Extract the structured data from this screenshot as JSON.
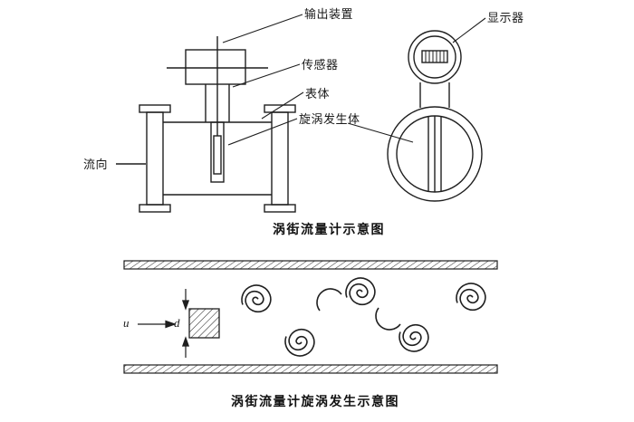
{
  "top_diagram": {
    "labels": {
      "output_device": "输出装置",
      "display": "显示器",
      "sensor": "传感器",
      "meter_body": "表体",
      "vortex_generator": "旋涡发生体",
      "flow_direction": "流向"
    },
    "caption": "涡街流量计示意图"
  },
  "bottom_diagram": {
    "labels": {
      "velocity": "u",
      "diameter": "d"
    },
    "caption": "涡街流量计旋涡发生示意图"
  },
  "colors": {
    "line_color": "#1f1f1f",
    "background": "#ffffff"
  }
}
